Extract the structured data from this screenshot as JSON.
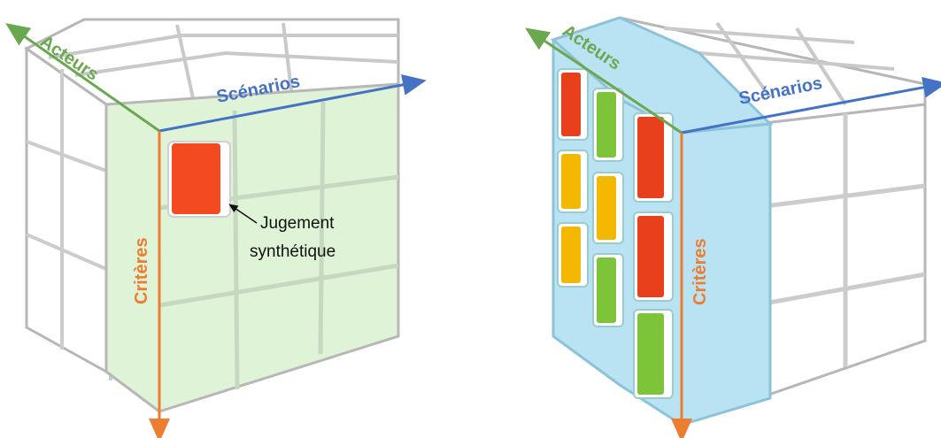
{
  "colors": {
    "actors_axis": "#6aa84f",
    "scenarios_axis": "#4472c4",
    "criteria_axis": "#ed7d31",
    "face_green": "#dff3d6",
    "face_blue": "#b9e3f2",
    "judgement_red": "#f44a1f",
    "cell_red": "#e8401c",
    "cell_green": "#7dc43b",
    "cell_yellow": "#f5b800"
  },
  "left_cube": {
    "axes": {
      "actors": "Acteurs",
      "scenarios": "Scénarios",
      "criteria": "Critères"
    },
    "annotation": {
      "line1": "Jugement",
      "line2": "synthétique"
    }
  },
  "right_cube": {
    "axes": {
      "actors": "Acteurs",
      "scenarios": "Scénarios",
      "criteria": "Critères"
    },
    "slice_cells": [
      [
        "red",
        "green",
        "red"
      ],
      [
        "yellow",
        "yellow",
        "red"
      ],
      [
        "yellow",
        "green",
        "green"
      ]
    ]
  }
}
